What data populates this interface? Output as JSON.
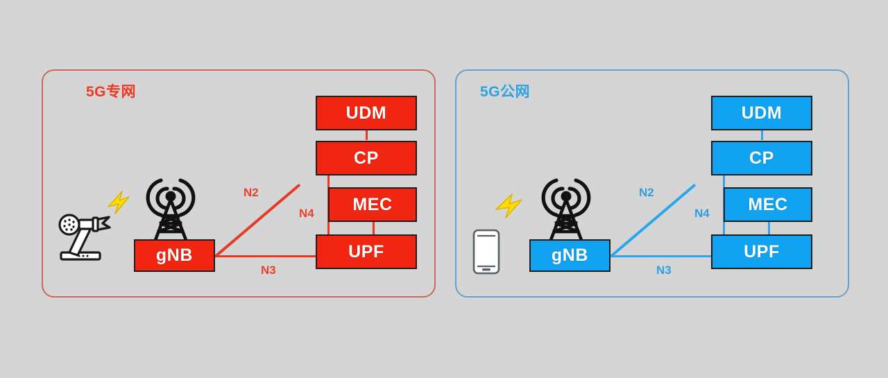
{
  "background_color": "#d5d5d5",
  "panels": [
    {
      "id": "private",
      "title": "5G专网",
      "accent_color": "#f02612",
      "border_color": "#c9685c",
      "label_color": "#ef3822",
      "device_icon": "robot-arm-icon",
      "device_label": "robot-arm",
      "tower_icon": "cell-tower-icon",
      "link_icon": "lightning-bolt-icon",
      "nodes": [
        {
          "id": "gnb",
          "label": "gNB"
        },
        {
          "id": "udm",
          "label": "UDM"
        },
        {
          "id": "cp",
          "label": "CP"
        },
        {
          "id": "mec",
          "label": "MEC"
        },
        {
          "id": "upf",
          "label": "UPF"
        }
      ],
      "links": [
        {
          "id": "n2",
          "label": "N2",
          "from": "gnb",
          "to": "cp"
        },
        {
          "id": "n3",
          "label": "N3",
          "from": "gnb",
          "to": "upf"
        },
        {
          "id": "n4",
          "label": "N4",
          "from": "cp",
          "to": "upf"
        }
      ]
    },
    {
      "id": "public",
      "title": "5G公网",
      "accent_color": "#11a3f2",
      "border_color": "#63a0cd",
      "label_color": "#2ca3e0",
      "device_icon": "smartphone-icon",
      "device_label": "smartphone",
      "tower_icon": "cell-tower-icon",
      "link_icon": "lightning-bolt-icon",
      "nodes": [
        {
          "id": "gnb",
          "label": "gNB"
        },
        {
          "id": "udm",
          "label": "UDM"
        },
        {
          "id": "cp",
          "label": "CP"
        },
        {
          "id": "mec",
          "label": "MEC"
        },
        {
          "id": "upf",
          "label": "UPF"
        }
      ],
      "links": [
        {
          "id": "n2",
          "label": "N2",
          "from": "gnb",
          "to": "cp"
        },
        {
          "id": "n3",
          "label": "N3",
          "from": "gnb",
          "to": "upf"
        },
        {
          "id": "n4",
          "label": "N4",
          "from": "cp",
          "to": "upf"
        }
      ]
    }
  ]
}
